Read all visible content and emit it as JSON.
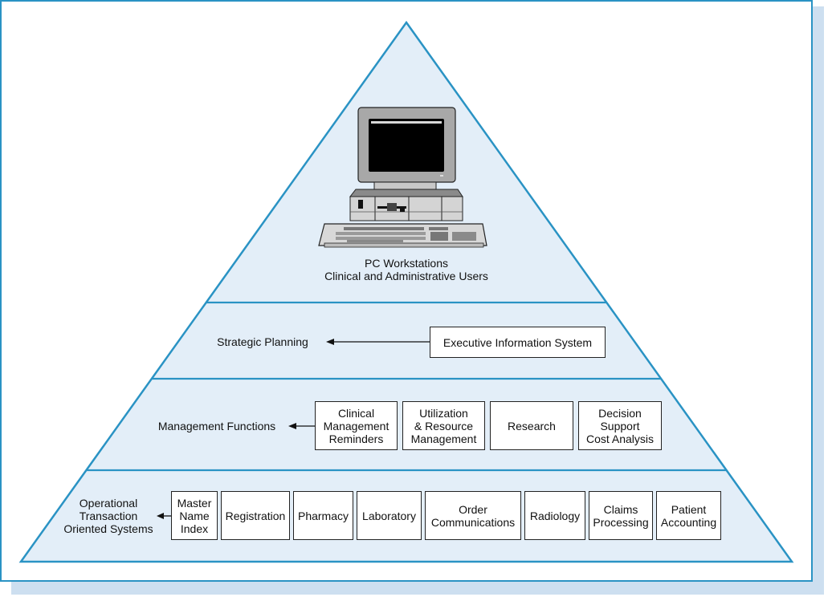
{
  "diagram": {
    "title": "Healthcare information systems pyramid",
    "colors": {
      "outline": "#2a93c4",
      "fill": "#e3eef8",
      "shadow": "#cddff0",
      "box_border": "#222222"
    },
    "tiers": [
      {
        "id": "top",
        "icon": "pc-workstation-icon",
        "label_line1": "PC Workstations",
        "label_line2": "Clinical and Administrative Users"
      },
      {
        "id": "strategic",
        "label": "Strategic Planning",
        "boxes": [
          "Executive Information System"
        ]
      },
      {
        "id": "management",
        "label": "Management Functions",
        "boxes": [
          "Clinical\nManagement\nReminders",
          "Utilization\n& Resource\nManagement",
          "Research",
          "Decision\nSupport\nCost Analysis"
        ]
      },
      {
        "id": "operational",
        "label": "Operational\nTransaction\nOriented Systems",
        "boxes": [
          "Master\nName\nIndex",
          "Registration",
          "Pharmacy",
          "Laboratory",
          "Order\nCommunications",
          "Radiology",
          "Claims\nProcessing",
          "Patient\nAccounting"
        ]
      }
    ]
  }
}
